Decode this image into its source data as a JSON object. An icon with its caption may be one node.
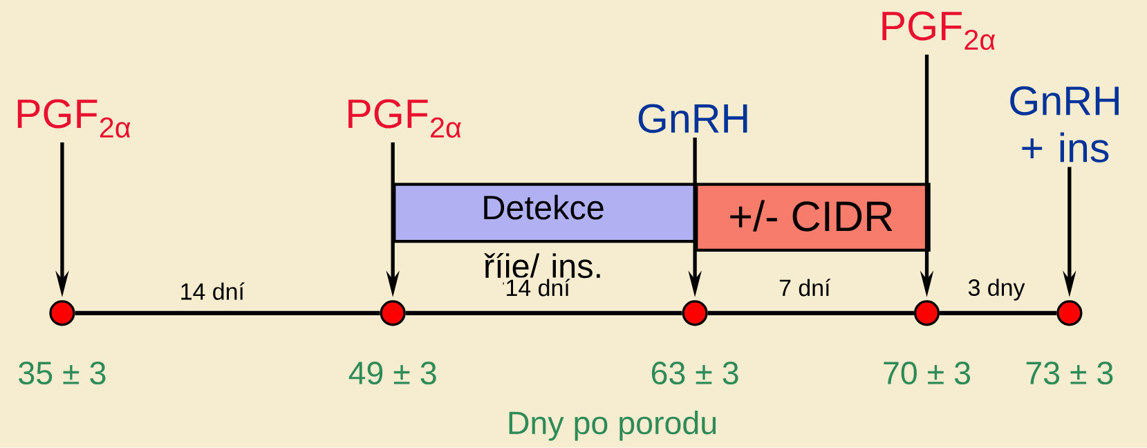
{
  "diagram": {
    "nodes": [
      {
        "text": [
          "PGF$_{2α}$"
        ]
      },
      {
        "text": [
          "PGF$_{2α}$"
        ]
      },
      {
        "text": [
          "GnRH"
        ]
      },
      {
        "text": [
          "PGF$_{2α}$"
        ]
      },
      {
        "text": [
          "GnRH + ins"
        ]
      },
      {
        "text": [
          "Detekce říje/ ins."
        ]
      },
      {
        "text": [
          "+/- CIDR"
        ]
      },
      {
        "text": [],
        "shape": "circle",
        "beside": [
          "35 ± 3"
        ]
      },
      {
        "text": [],
        "shape": "circle",
        "beside": [
          "49 ± 3"
        ]
      },
      {
        "text": [],
        "shape": "circle",
        "beside": [
          "63 ± 3"
        ]
      },
      {
        "text": [],
        "shape": "circle",
        "beside": [
          "70 ± 3"
        ]
      },
      {
        "text": [],
        "shape": "circle",
        "beside": [
          "73 ± 3"
        ]
      }
    ],
    "edges": [
      {
        "from": 0,
        "to": 7,
        "arrow": "to"
      },
      {
        "from": 1,
        "to": 8,
        "arrow": "to"
      },
      {
        "from": 2,
        "to": 9,
        "arrow": "to"
      },
      {
        "from": 3,
        "to": 10,
        "arrow": "to"
      },
      {
        "from": 4,
        "to": 11,
        "arrow": "to"
      },
      {
        "from": 7,
        "to": 8,
        "arrow": "none",
        "label": "14 dní"
      },
      {
        "from": 8,
        "to": 9,
        "arrow": "none",
        "label": "14 dní"
      },
      {
        "from": 9,
        "to": 10,
        "arrow": "none",
        "label": "7 dní"
      },
      {
        "from": 10,
        "to": 11,
        "arrow": "none",
        "label": "3 dny"
      }
    ],
    "labels": [
      "Dny po porodu"
    ]
  }
}
